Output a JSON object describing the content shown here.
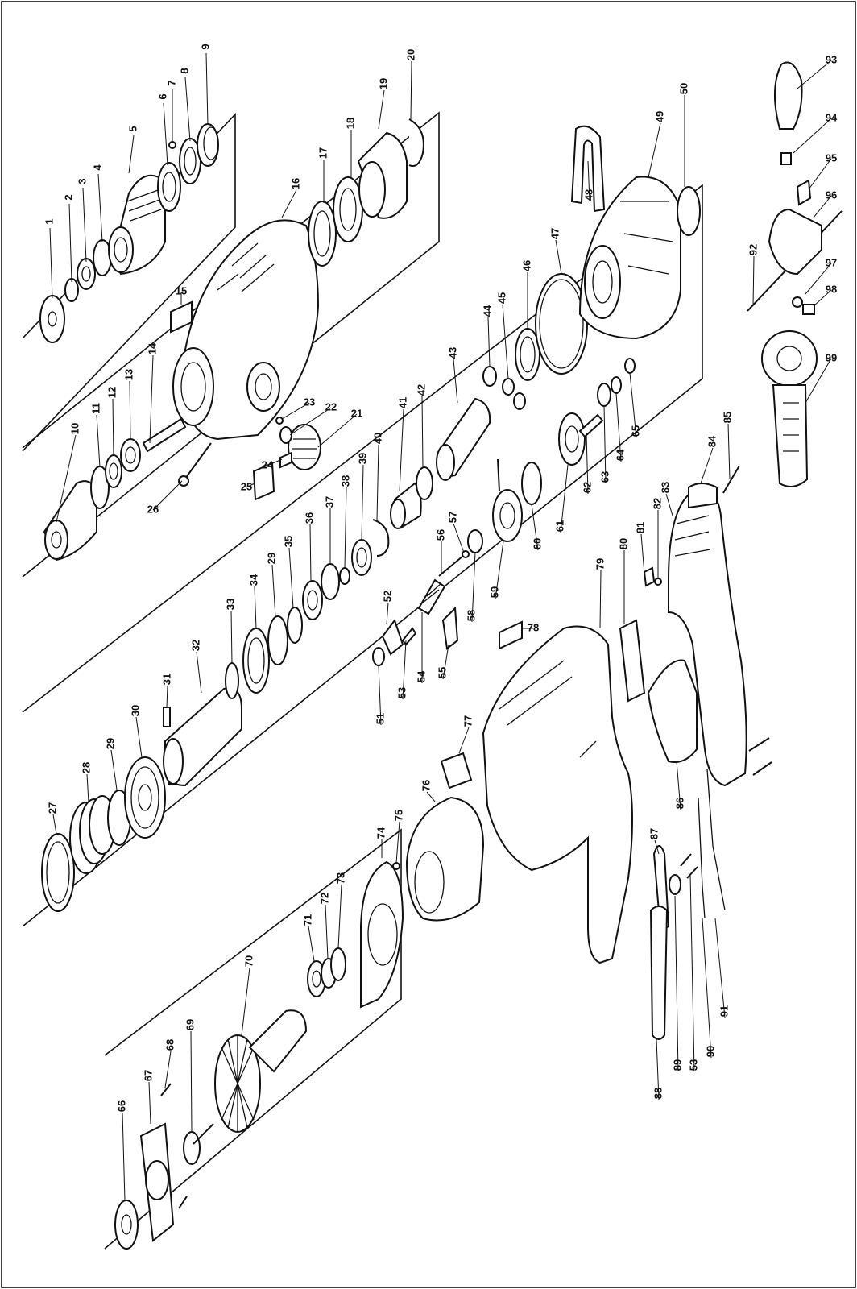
{
  "diagram": {
    "labels": [
      {
        "text": "1"
      },
      {
        "text": "2"
      },
      {
        "text": "3"
      },
      {
        "text": "4"
      },
      {
        "text": "5"
      },
      {
        "text": "6"
      },
      {
        "text": "7"
      },
      {
        "text": "8"
      },
      {
        "text": "9"
      },
      {
        "text": "10"
      },
      {
        "text": "11"
      },
      {
        "text": "12"
      },
      {
        "text": "13"
      },
      {
        "text": "14"
      },
      {
        "text": "15"
      },
      {
        "text": "16"
      },
      {
        "text": "17"
      },
      {
        "text": "18"
      },
      {
        "text": "19"
      },
      {
        "text": "20"
      },
      {
        "text": "21"
      },
      {
        "text": "22"
      },
      {
        "text": "23"
      },
      {
        "text": "24"
      },
      {
        "text": "25"
      },
      {
        "text": "26"
      },
      {
        "text": "27"
      },
      {
        "text": "28"
      },
      {
        "text": "29"
      },
      {
        "text": "30"
      },
      {
        "text": "31"
      },
      {
        "text": "32"
      },
      {
        "text": "33"
      },
      {
        "text": "34"
      },
      {
        "text": "29"
      },
      {
        "text": "35"
      },
      {
        "text": "36"
      },
      {
        "text": "37"
      },
      {
        "text": "38"
      },
      {
        "text": "39"
      },
      {
        "text": "40"
      },
      {
        "text": "41"
      },
      {
        "text": "42"
      },
      {
        "text": "43"
      },
      {
        "text": "44"
      },
      {
        "text": "45"
      },
      {
        "text": "46"
      },
      {
        "text": "47"
      },
      {
        "text": "48"
      },
      {
        "text": "49"
      },
      {
        "text": "50"
      },
      {
        "text": "51"
      },
      {
        "text": "52"
      },
      {
        "text": "53"
      },
      {
        "text": "54"
      },
      {
        "text": "55"
      },
      {
        "text": "56"
      },
      {
        "text": "57"
      },
      {
        "text": "58"
      },
      {
        "text": "59"
      },
      {
        "text": "60"
      },
      {
        "text": "61"
      },
      {
        "text": "62"
      },
      {
        "text": "63"
      },
      {
        "text": "64"
      },
      {
        "text": "65"
      },
      {
        "text": "66"
      },
      {
        "text": "67"
      },
      {
        "text": "68"
      },
      {
        "text": "69"
      },
      {
        "text": "70"
      },
      {
        "text": "71"
      },
      {
        "text": "72"
      },
      {
        "text": "73"
      },
      {
        "text": "74"
      },
      {
        "text": "75"
      },
      {
        "text": "76"
      },
      {
        "text": "77"
      },
      {
        "text": "78"
      },
      {
        "text": "79"
      },
      {
        "text": "80"
      },
      {
        "text": "81"
      },
      {
        "text": "82"
      },
      {
        "text": "83"
      },
      {
        "text": "84"
      },
      {
        "text": "85"
      },
      {
        "text": "86"
      },
      {
        "text": "87"
      },
      {
        "text": "88"
      },
      {
        "text": "89"
      },
      {
        "text": "53"
      },
      {
        "text": "90"
      },
      {
        "text": "91"
      },
      {
        "text": "92"
      },
      {
        "text": "93"
      },
      {
        "text": "94"
      },
      {
        "text": "95"
      },
      {
        "text": "96"
      },
      {
        "text": "97"
      },
      {
        "text": "98"
      },
      {
        "text": "99"
      }
    ]
  }
}
